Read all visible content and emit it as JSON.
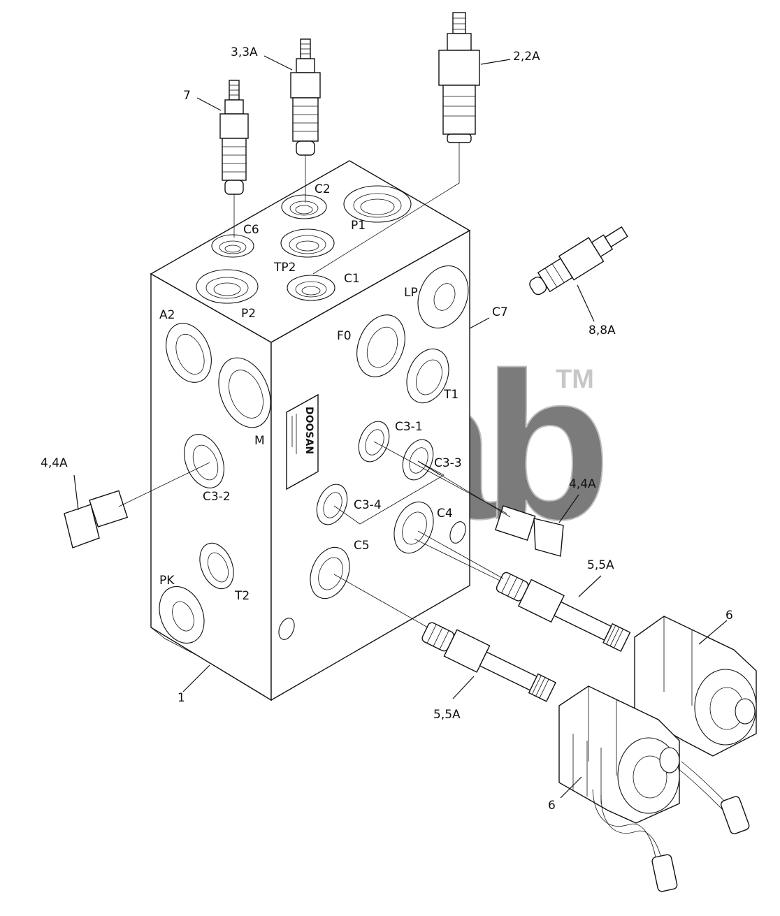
{
  "diagram": {
    "part_labels": {
      "p1": "1",
      "p2": "2,2A",
      "p3": "3,3A",
      "p4a": "4,4A",
      "p4b": "4,4A",
      "p5a": "5,5A",
      "p5b": "5,5A",
      "p6a": "6",
      "p6b": "6",
      "p7": "7",
      "p8": "8,8A"
    },
    "port_labels": {
      "C2": "C2",
      "C6": "C6",
      "P1": "P1",
      "TP2": "TP2",
      "C1": "C1",
      "P2": "P2",
      "A2": "A2",
      "LP": "LP",
      "C7": "C7",
      "F0": "F0",
      "T1": "T1",
      "M": "M",
      "C3_1": "C3-1",
      "C3_3": "C3-3",
      "C3_2": "C3-2",
      "C3_4": "C3-4",
      "C4": "C4",
      "C5": "C5",
      "PK": "PK",
      "T2": "T2"
    },
    "nameplate": "DOOSAN",
    "watermark": {
      "text": "3nab",
      "tm": "TM"
    }
  }
}
